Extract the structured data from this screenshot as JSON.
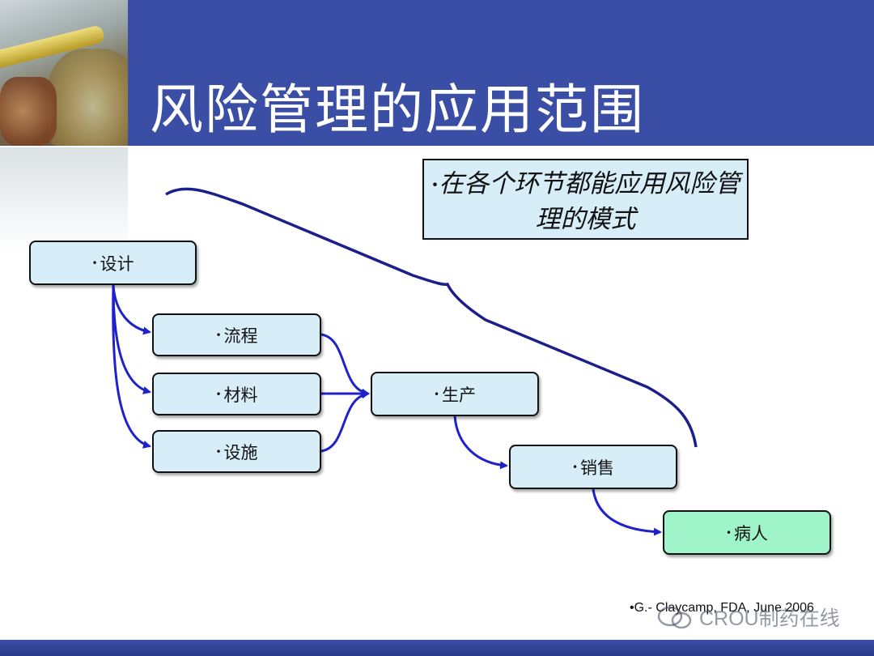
{
  "slide": {
    "title": "风险管理的应用范围",
    "note_text": "在各个环节都能应用风险管理的模式",
    "citation": "G.- Claycamp, FDA, June 2006",
    "watermark_text": "CROU制药在线",
    "colors": {
      "title_bar": "#3a4ea5",
      "node_fill": "#d7eef9",
      "patient_fill": "#9ff5c9",
      "arrow": "#1f22c9",
      "brace": "#1c1f8a"
    }
  },
  "diagram": {
    "nodes": [
      {
        "id": "design",
        "label": "设计"
      },
      {
        "id": "process",
        "label": "流程"
      },
      {
        "id": "material",
        "label": "材料"
      },
      {
        "id": "facility",
        "label": "设施"
      },
      {
        "id": "production",
        "label": "生产"
      },
      {
        "id": "sales",
        "label": "销售"
      },
      {
        "id": "patient",
        "label": "病人"
      }
    ],
    "edges": [
      {
        "from": "design",
        "to": "process"
      },
      {
        "from": "design",
        "to": "material"
      },
      {
        "from": "design",
        "to": "facility"
      },
      {
        "from": "process",
        "to": "production"
      },
      {
        "from": "material",
        "to": "production"
      },
      {
        "from": "facility",
        "to": "production"
      },
      {
        "from": "production",
        "to": "sales"
      },
      {
        "from": "sales",
        "to": "patient"
      }
    ]
  }
}
